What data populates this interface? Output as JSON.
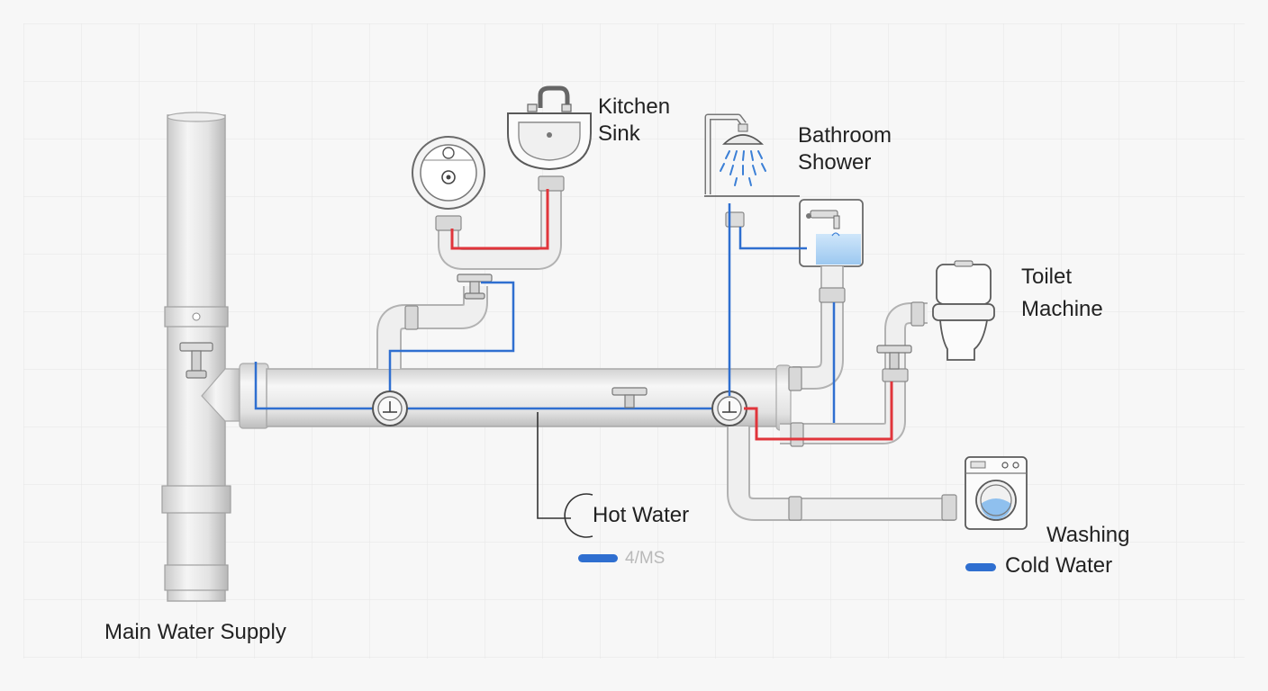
{
  "labels": {
    "kitchen_sink": [
      "Kitchen",
      "Sink"
    ],
    "bathroom_shower": [
      "Bathroom",
      "Shower"
    ],
    "toilet_machine": [
      "Toilet",
      "Machine"
    ],
    "washing": "Washing",
    "hot_water": "Hot Water",
    "main_supply": "Main Water Supply"
  },
  "legend": [
    {
      "label": "4/MS",
      "color": "#2f6fd0",
      "muted": true
    },
    {
      "label": "Cold Water",
      "color": "#2f6fd0",
      "muted": false
    }
  ],
  "colors": {
    "background": "#f7f7f7",
    "grid": "#e6e6e6",
    "pipe": "#e2e2e2",
    "pipe_edge": "#a9a9a9",
    "hot_line": "#e0353b",
    "cold_line": "#2f6fd0"
  },
  "icons": [
    "kitchen-sink-icon",
    "water-meter-icon",
    "shower-icon",
    "water-heater-icon",
    "toilet-icon",
    "washing-machine-icon",
    "valve-icon",
    "flow-meter-icon"
  ]
}
